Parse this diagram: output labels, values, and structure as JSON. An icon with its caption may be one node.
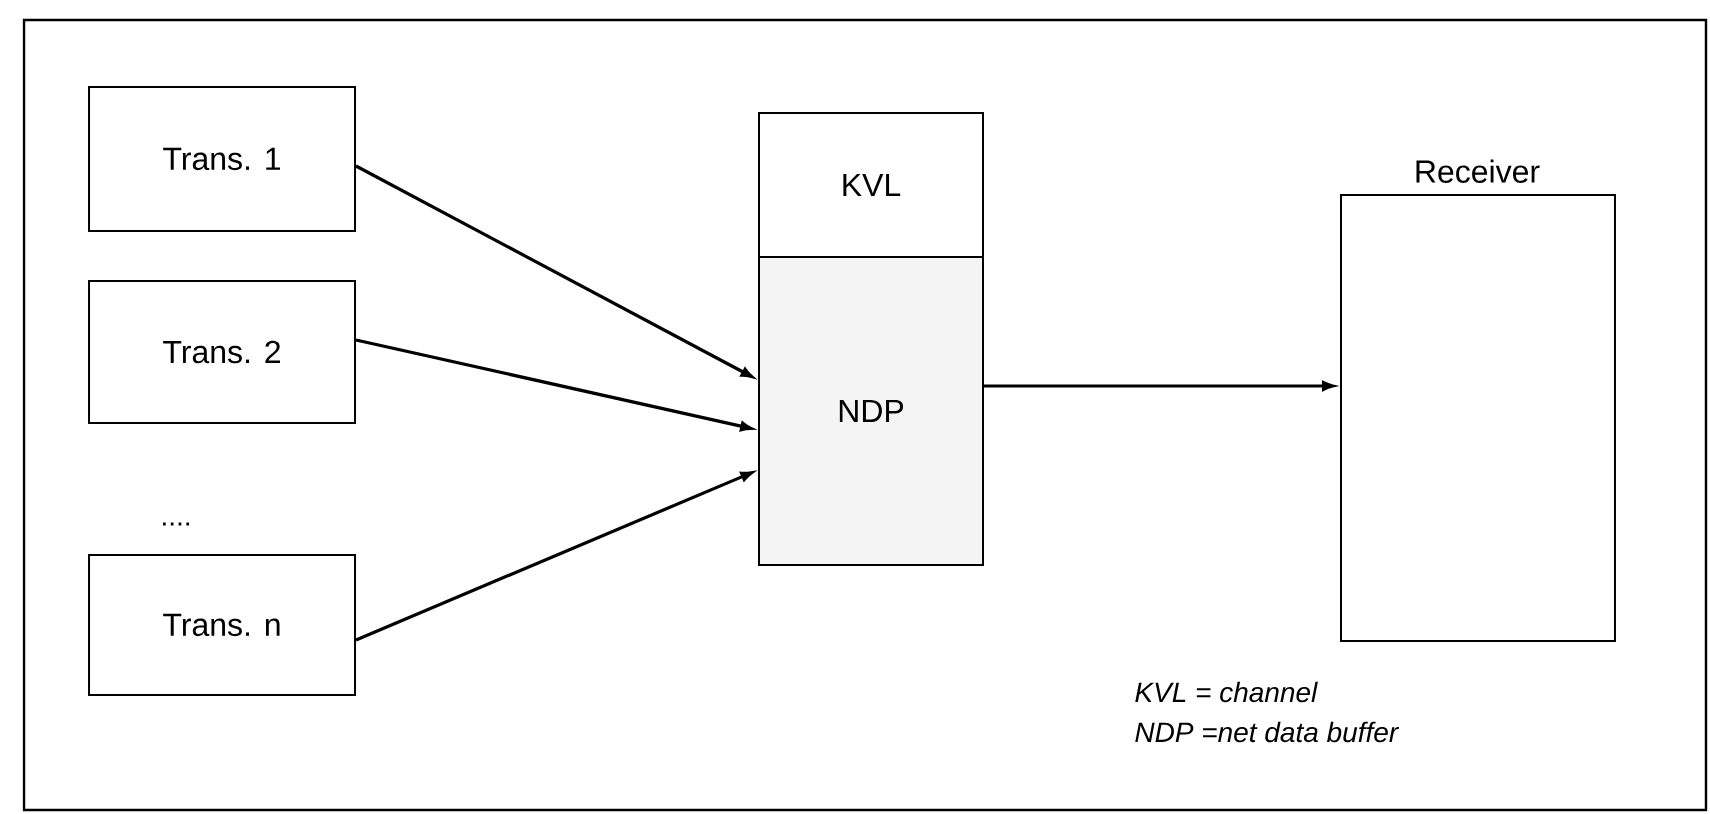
{
  "diagram": {
    "nodes": [
      {
        "text": [
          "Trans. 1"
        ]
      },
      {
        "text": [
          "Trans. 2"
        ]
      },
      {
        "text": [
          "Trans. n"
        ]
      },
      {
        "text": [
          "KVL"
        ]
      },
      {
        "text": [
          "NDP"
        ]
      },
      {
        "text": [
          "Receiver"
        ]
      }
    ],
    "edges": [
      {
        "from": 0,
        "to": 4,
        "arrow": "to"
      },
      {
        "from": 1,
        "to": 4,
        "arrow": "to"
      },
      {
        "from": 2,
        "to": 4,
        "arrow": "to"
      },
      {
        "from": 4,
        "to": 5,
        "arrow": "to"
      }
    ],
    "labels": [
      "....",
      "KVL = channel",
      "NDP =net data buffer"
    ]
  }
}
